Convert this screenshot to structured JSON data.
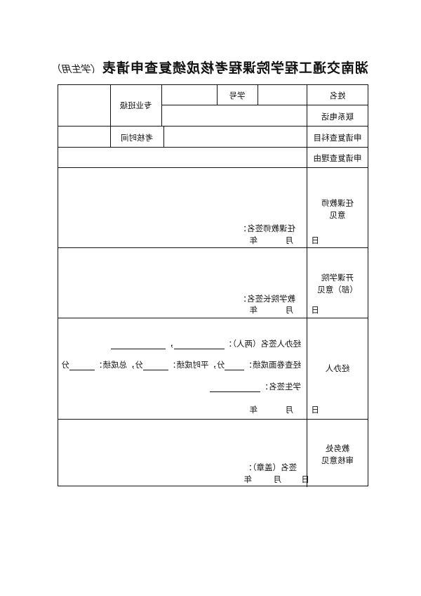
{
  "header": {
    "title": "湖南交通工程学院课程考核成绩复查申请表",
    "subtitle": "（学生用）"
  },
  "fields": {
    "name": "姓名",
    "student_id": "学号",
    "major_class": "专业班级",
    "phone": "联系电话",
    "course": "申请复查科目",
    "exam_time": "考核时间",
    "reason": "申请复查理由"
  },
  "teacher": {
    "label_line1": "任课教师",
    "label_line2": "意见",
    "signature": "任课教师签名：",
    "date": [
      "年",
      "月",
      "日"
    ]
  },
  "college": {
    "label_line1": "开课学院",
    "label_line2": "（部）意见",
    "signature": "教学院长签名：",
    "date": [
      "年",
      "月",
      "日"
    ]
  },
  "handler": {
    "label": "经办人",
    "sign_line": "经办人签名（两人）：",
    "sep": "，",
    "score_a": "经查卷面成绩：",
    "score_b": "分，平时成绩：",
    "score_c": "分，总成绩：",
    "score_d": "分",
    "student_sign": "学生签名：",
    "date": [
      "年",
      "月",
      "日"
    ]
  },
  "office": {
    "label_line1": "教务处",
    "label_line2": "审核意见",
    "signature": "签名（盖章）：",
    "date": [
      "年",
      "月",
      "日"
    ]
  }
}
